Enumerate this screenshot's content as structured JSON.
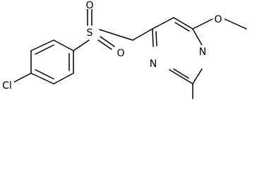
{
  "molecule": {
    "atoms": {
      "cl": "Cl",
      "s": "S",
      "o_top": "O",
      "o_bottom": "O",
      "n_upper": "N",
      "n_lower": "N",
      "o_methoxy": "O"
    }
  }
}
